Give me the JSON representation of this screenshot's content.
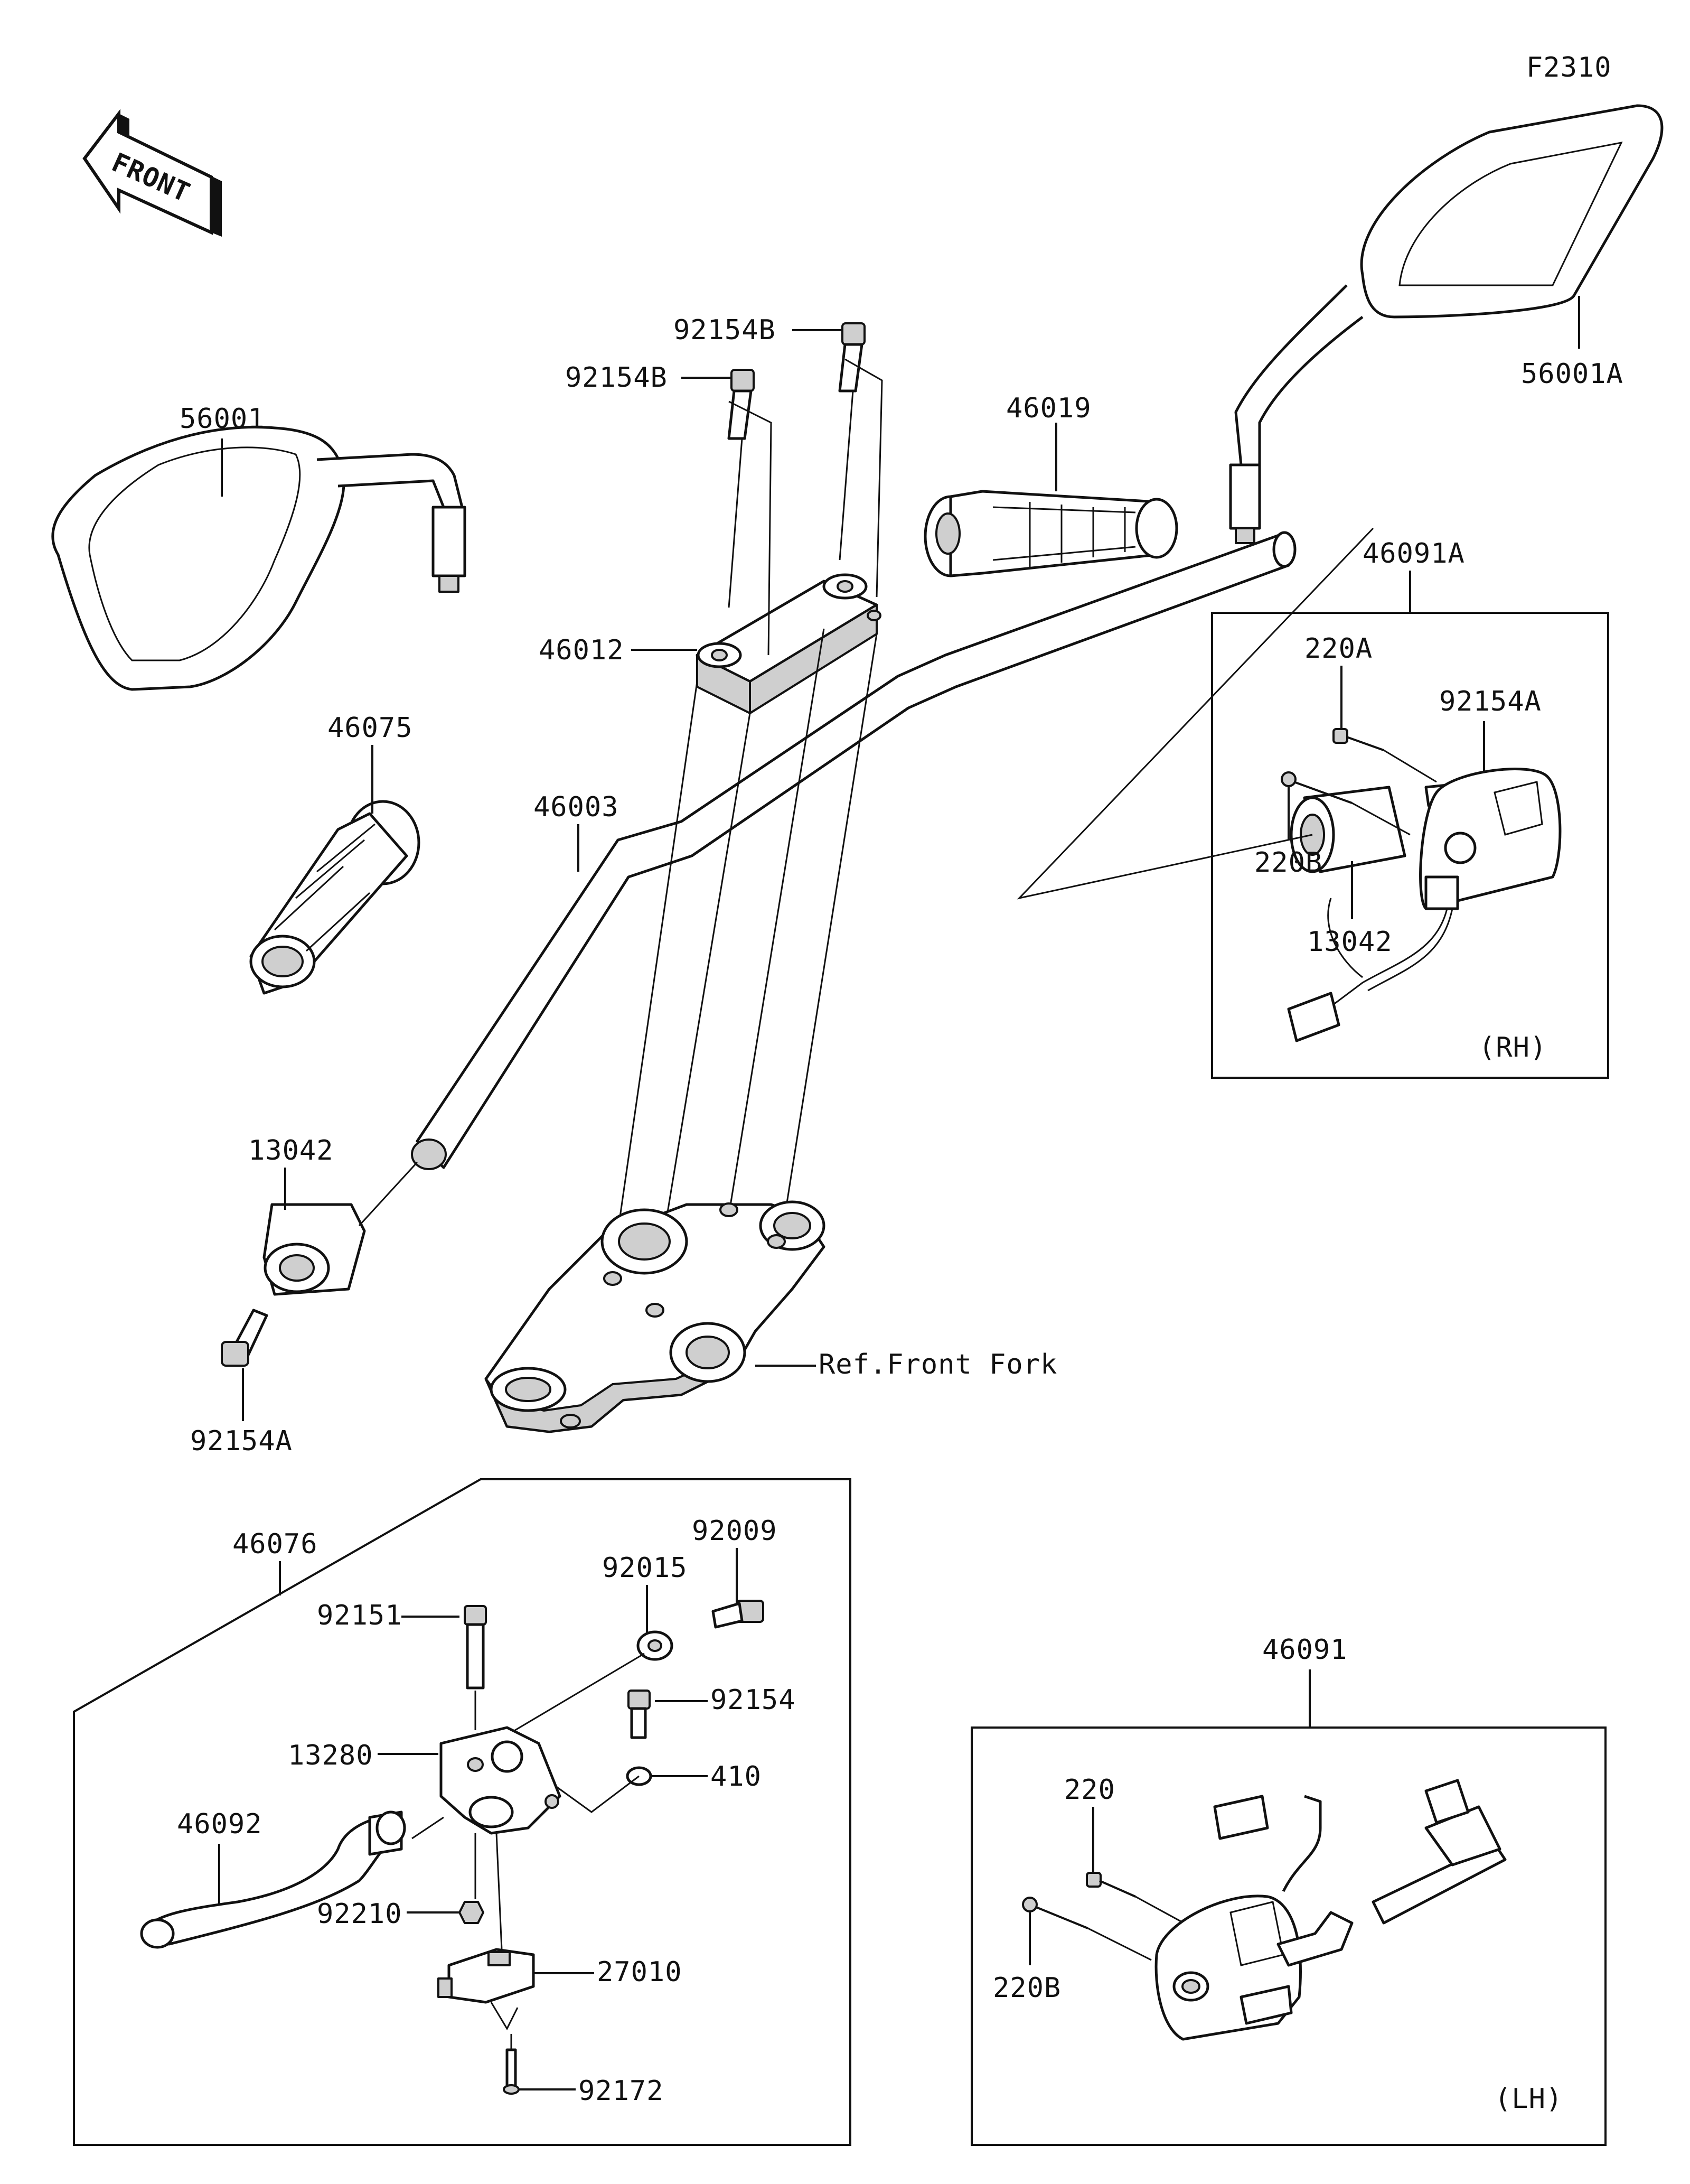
{
  "figure_code": "F2310",
  "front_arrow": "FRONT",
  "labels": {
    "mirror_right": "56001A",
    "mirror_left": "56001",
    "bolt_b_upper": "92154B",
    "bolt_b_lower": "92154B",
    "grip_right": "46019",
    "holder": "46012",
    "grip_left": "46075",
    "handlebar": "46003",
    "bolt_a_right": "92154A",
    "weight_right": "13042",
    "weight_left": "13042",
    "bolt_a_left": "92154A",
    "ref_front_fork": "Ref.Front Fork",
    "switch_rh": "46091A",
    "screw_220a": "220A",
    "screw_220b_rh": "220B",
    "rh_tag": "(RH)",
    "lever_assy": "46076",
    "p92009": "92009",
    "p92015": "92015",
    "p92151": "92151",
    "p92154": "92154",
    "p13280": "13280",
    "p410": "410",
    "p46092": "46092",
    "p92210": "92210",
    "p27010": "27010",
    "p92172": "92172",
    "switch_lh": "46091",
    "screw_220": "220",
    "screw_220b_lh": "220B",
    "lh_tag": "(LH)"
  }
}
